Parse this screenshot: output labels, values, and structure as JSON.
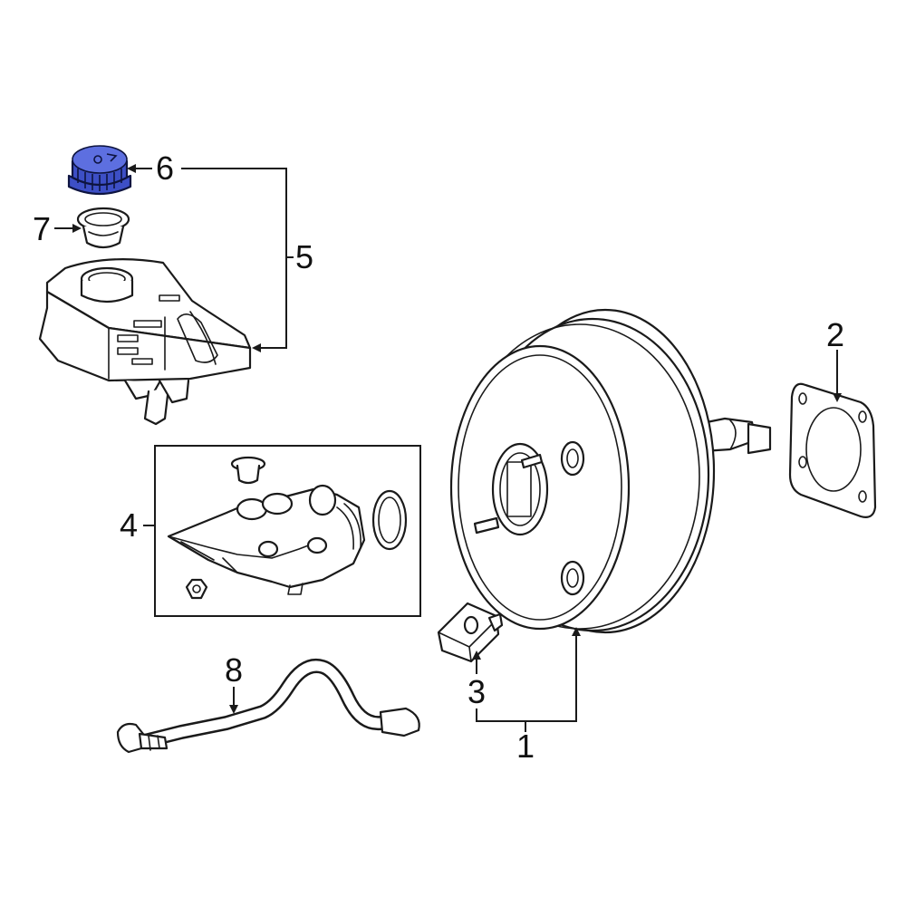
{
  "callouts": {
    "c1": "1",
    "c2": "2",
    "c3": "3",
    "c4": "4",
    "c5": "5",
    "c6": "6",
    "c7": "7",
    "c8": "8"
  },
  "highlighted_part": "6",
  "colors": {
    "highlight": "#3d4fc6",
    "line": "#1a1a1a",
    "background": "#ffffff"
  }
}
